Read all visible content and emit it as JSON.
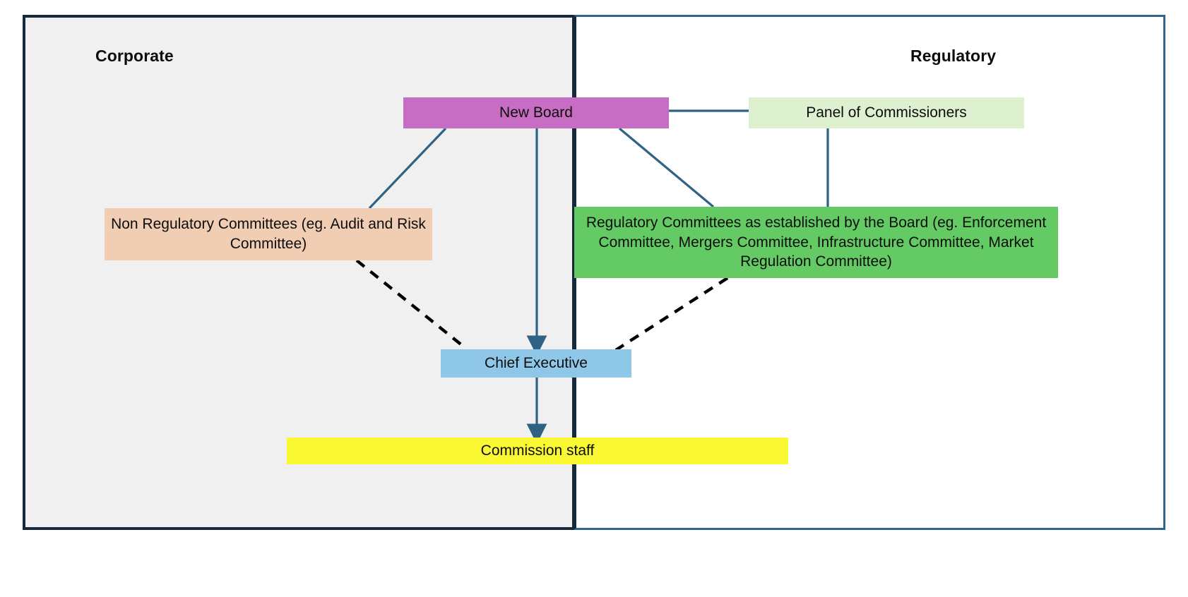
{
  "diagram": {
    "title_left": "Corporate",
    "title_right": "Regulatory",
    "colors": {
      "corporate_panel_bg": "#f0f0f0",
      "corporate_panel_border": "#16293b",
      "regulatory_panel_bg": "#ffffff",
      "regulatory_panel_border": "#32658c",
      "connector_line": "#2f6285",
      "dashed_line": "#000000",
      "new_board": "#c86dc4",
      "panel_of_commissioners": "#ddf0d0",
      "non_regulatory_committees": "#f0cdb3",
      "regulatory_committees": "#64cb64",
      "chief_executive": "#8fc7e8",
      "commission_staff": "#f9f832"
    },
    "nodes": [
      {
        "id": "new-board",
        "label": "New Board"
      },
      {
        "id": "panel-of-commissioners",
        "label": "Panel of Commissioners"
      },
      {
        "id": "non-regulatory-committees",
        "label": "Non Regulatory Committees (eg. Audit and Risk Committee)"
      },
      {
        "id": "regulatory-committees",
        "label": "Regulatory Committees as established by the Board (eg. Enforcement Committee, Mergers Committee, Infrastructure Committee, Market Regulation Committee)"
      },
      {
        "id": "chief-executive",
        "label": "Chief Executive"
      },
      {
        "id": "commission-staff",
        "label": "Commission staff"
      }
    ],
    "edges": [
      {
        "from": "new-board",
        "to": "panel-of-commissioners",
        "style": "solid",
        "arrow": false
      },
      {
        "from": "new-board",
        "to": "non-regulatory-committees",
        "style": "solid",
        "arrow": false
      },
      {
        "from": "new-board",
        "to": "regulatory-committees",
        "style": "solid",
        "arrow": false
      },
      {
        "from": "panel-of-commissioners",
        "to": "regulatory-committees",
        "style": "solid",
        "arrow": false
      },
      {
        "from": "new-board",
        "to": "chief-executive",
        "style": "solid",
        "arrow": true
      },
      {
        "from": "non-regulatory-committees",
        "to": "chief-executive",
        "style": "dashed",
        "arrow": false
      },
      {
        "from": "regulatory-committees",
        "to": "chief-executive",
        "style": "dashed",
        "arrow": false
      },
      {
        "from": "chief-executive",
        "to": "commission-staff",
        "style": "solid",
        "arrow": true
      }
    ]
  }
}
